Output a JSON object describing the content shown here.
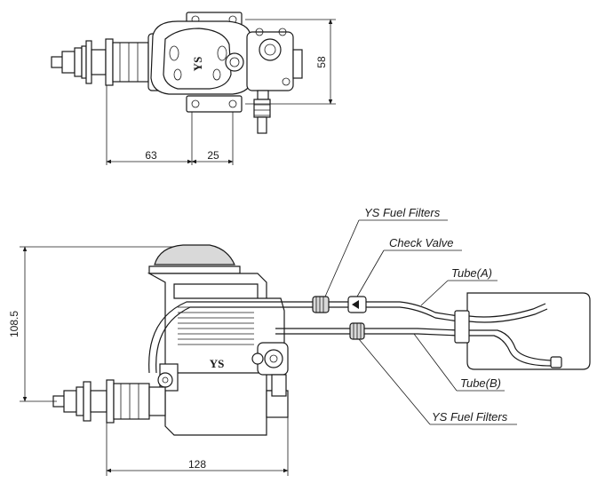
{
  "top_view": {
    "logo": "YS",
    "dim_width": "63",
    "dim_offset": "25",
    "dim_height": "58"
  },
  "side_view": {
    "logo": "YS",
    "dim_height": "108.5",
    "dim_length": "128"
  },
  "callouts": {
    "fuel_filters_top": "YS Fuel Filters",
    "check_valve": "Check Valve",
    "tube_a": "Tube(A)",
    "tube_b": "Tube(B)",
    "fuel_filters_bottom": "YS Fuel Filters"
  }
}
